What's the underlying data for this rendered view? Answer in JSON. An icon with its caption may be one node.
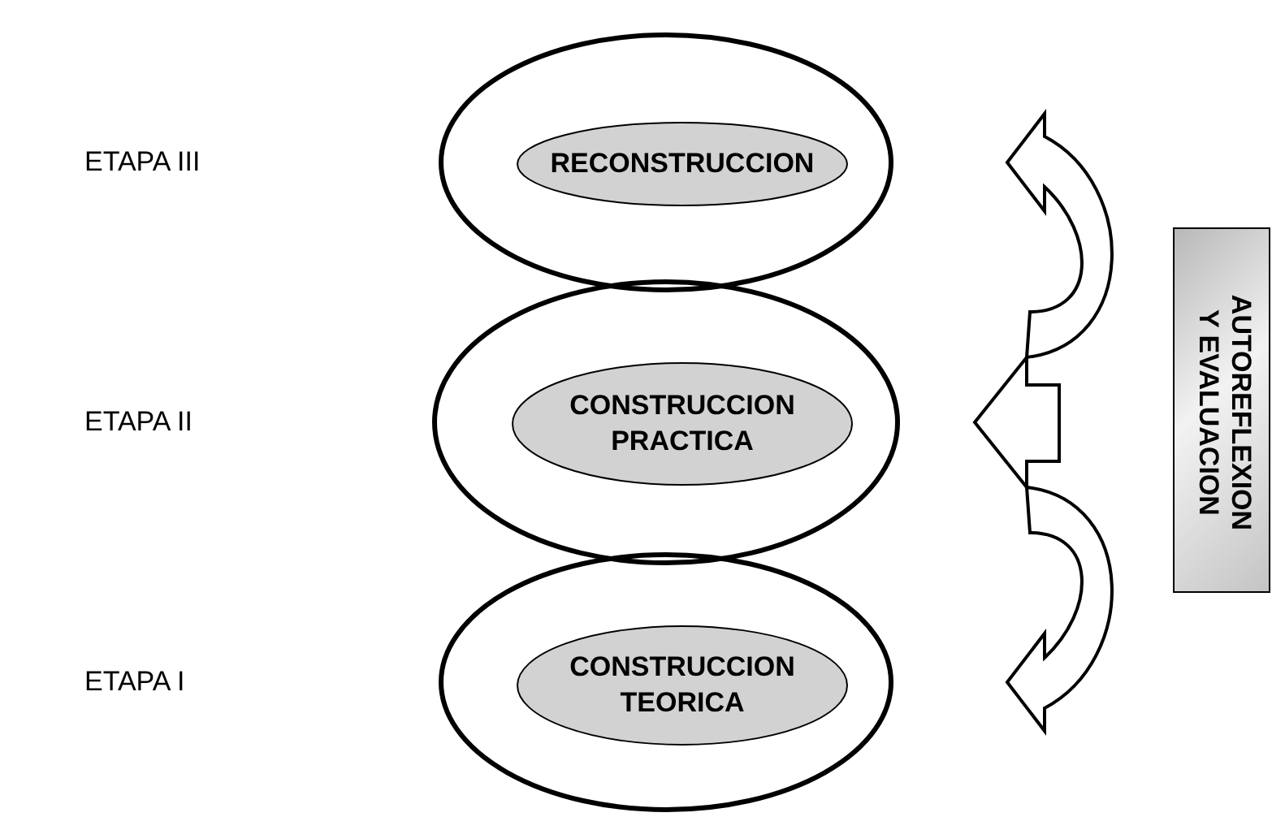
{
  "diagram": {
    "nodes": [
      {
        "text": [],
        "shape": "ellipse"
      },
      {
        "text": [
          "RECONSTRUCCION"
        ],
        "in": 0
      },
      {
        "text": [],
        "shape": "ellipse"
      },
      {
        "text": [
          "CONSTRUCCION PRACTICA"
        ],
        "in": 2
      },
      {
        "text": [],
        "shape": "ellipse"
      },
      {
        "text": [
          "CONSTRUCCION TEORICA"
        ],
        "in": 4
      },
      {
        "text": [
          "AUTOREFLEXION Y EVALUACION"
        ]
      }
    ],
    "edges": [
      {
        "from": 2,
        "to": 0,
        "arrow": "to"
      },
      {
        "from": 2,
        "to": 4,
        "arrow": "to"
      }
    ],
    "labels": [
      "ETAPA III",
      "ETAPA II",
      "ETAPA I"
    ]
  }
}
